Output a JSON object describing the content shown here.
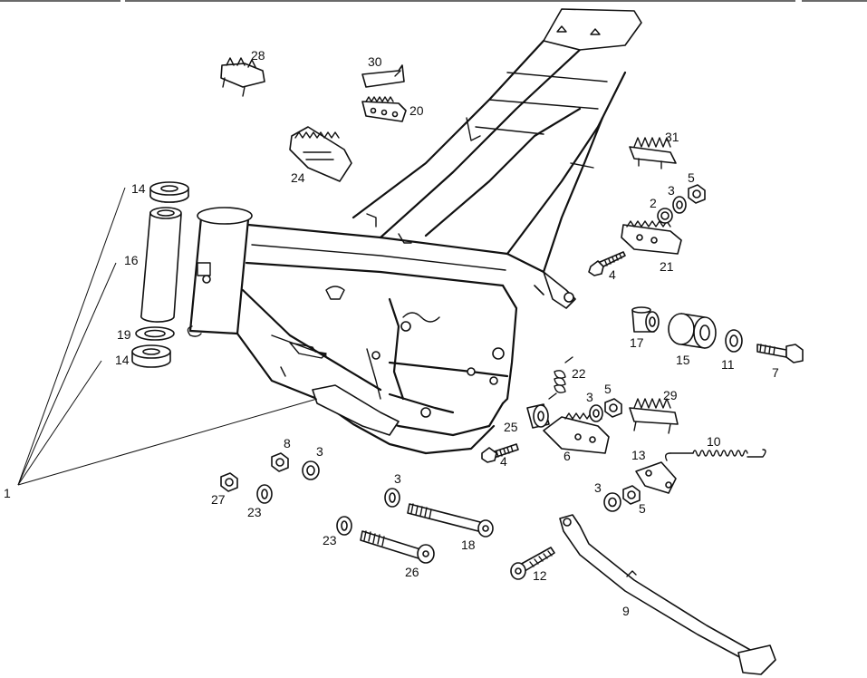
{
  "diagram": {
    "callouts": {
      "c1": "1",
      "c2": "2",
      "c3a": "3",
      "c3b": "3",
      "c3c": "3",
      "c3d": "3",
      "c3e": "3",
      "c4a": "4",
      "c4b": "4",
      "c5a": "5",
      "c5b": "5",
      "c5c": "5",
      "c6": "6",
      "c7": "7",
      "c8": "8",
      "c9": "9",
      "c10": "10",
      "c11": "11",
      "c12": "12",
      "c13": "13",
      "c14a": "14",
      "c14b": "14",
      "c15": "15",
      "c16": "16",
      "c17": "17",
      "c18": "18",
      "c19": "19",
      "c20": "20",
      "c21": "21",
      "c22": "22",
      "c23a": "23",
      "c23b": "23",
      "c24": "24",
      "c25": "25",
      "c26": "26",
      "c27": "27",
      "c28": "28",
      "c29": "29",
      "c30": "30",
      "c31": "31"
    }
  }
}
